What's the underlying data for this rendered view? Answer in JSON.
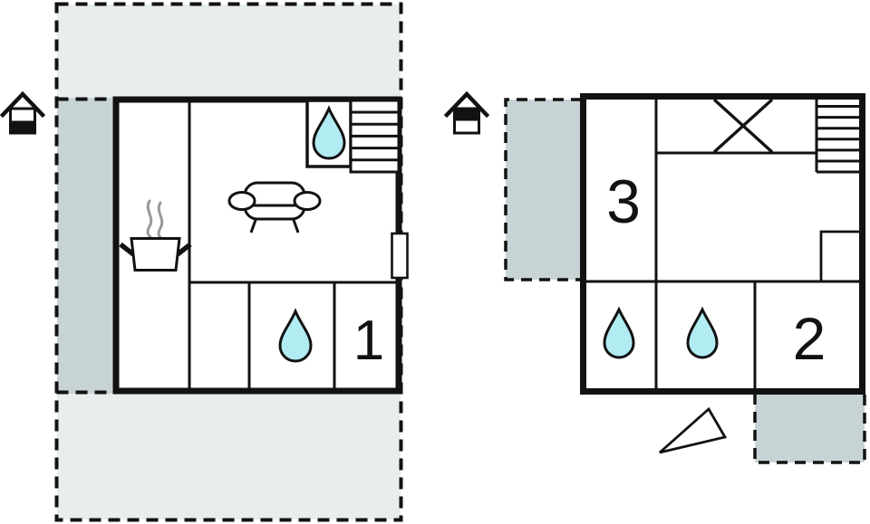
{
  "document": {
    "type": "floor-plan",
    "plans": [
      "lower-floor",
      "upper-floor"
    ]
  },
  "colors": {
    "wall": "#121212",
    "terrace_fill": "#e8eeed",
    "patio_fill": "#c7d3d4",
    "water_drop_fill": "#b0ecf2",
    "steam": "#999999",
    "white": "#ffffff",
    "label": "#121212"
  },
  "left_plan": {
    "name": "lower floor plan",
    "floor_icon": "house-lower-floor-icon",
    "room_labels": {
      "room1": "1"
    },
    "icons": {
      "cooking_pot": "cooking-pot-with-steam",
      "sofa": "sofa-top-view",
      "water_drop": "teardrop",
      "stairs": "stair-treads",
      "door": "door-opening"
    }
  },
  "right_plan": {
    "name": "upper floor plan",
    "floor_icon": "house-upper-floor-icon",
    "room_labels": {
      "room2": "2",
      "room3": "3"
    },
    "icons": {
      "water_drop": "teardrop",
      "stairs": "stair-treads",
      "void_cross": "x-marked-void",
      "pointer": "triangle-pointer"
    }
  }
}
